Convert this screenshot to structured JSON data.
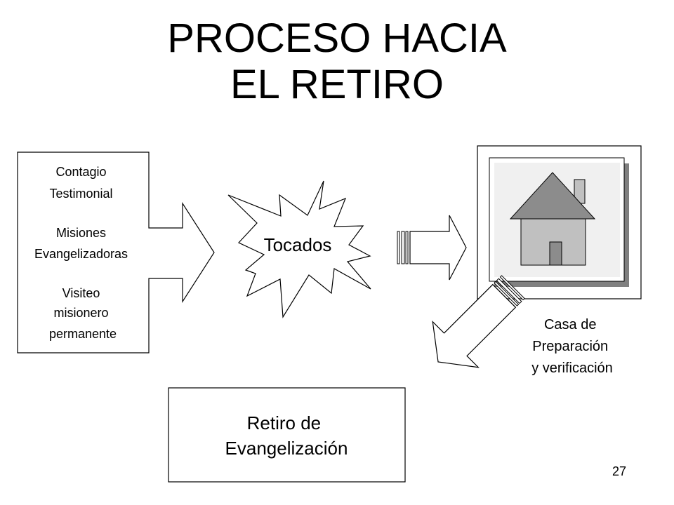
{
  "title": {
    "line1": "PROCESO HACIA",
    "line2": "EL RETIRO"
  },
  "sources_box": {
    "item1_line1": "Contagio",
    "item1_line2": "Testimonial",
    "item2_line1": "Misiones",
    "item2_line2": "Evangelizadoras",
    "item3_line1": "Visiteo",
    "item3_line2": "misionero",
    "item3_line3": "permanente"
  },
  "burst": {
    "label": "Tocados"
  },
  "house": {
    "icon": "house-icon",
    "caption_line1": "Casa de",
    "caption_line2": "Preparación",
    "caption_line3": "y verificación"
  },
  "retreat_box": {
    "line1": "Retiro de",
    "line2": "Evangelización"
  },
  "page_number": "27",
  "colors": {
    "roof": "#8c8c8c",
    "wall": "#c0c0c0",
    "door": "#8c8c8c",
    "frame_shadow": "#808080",
    "frame_face": "#f0f0f0"
  }
}
